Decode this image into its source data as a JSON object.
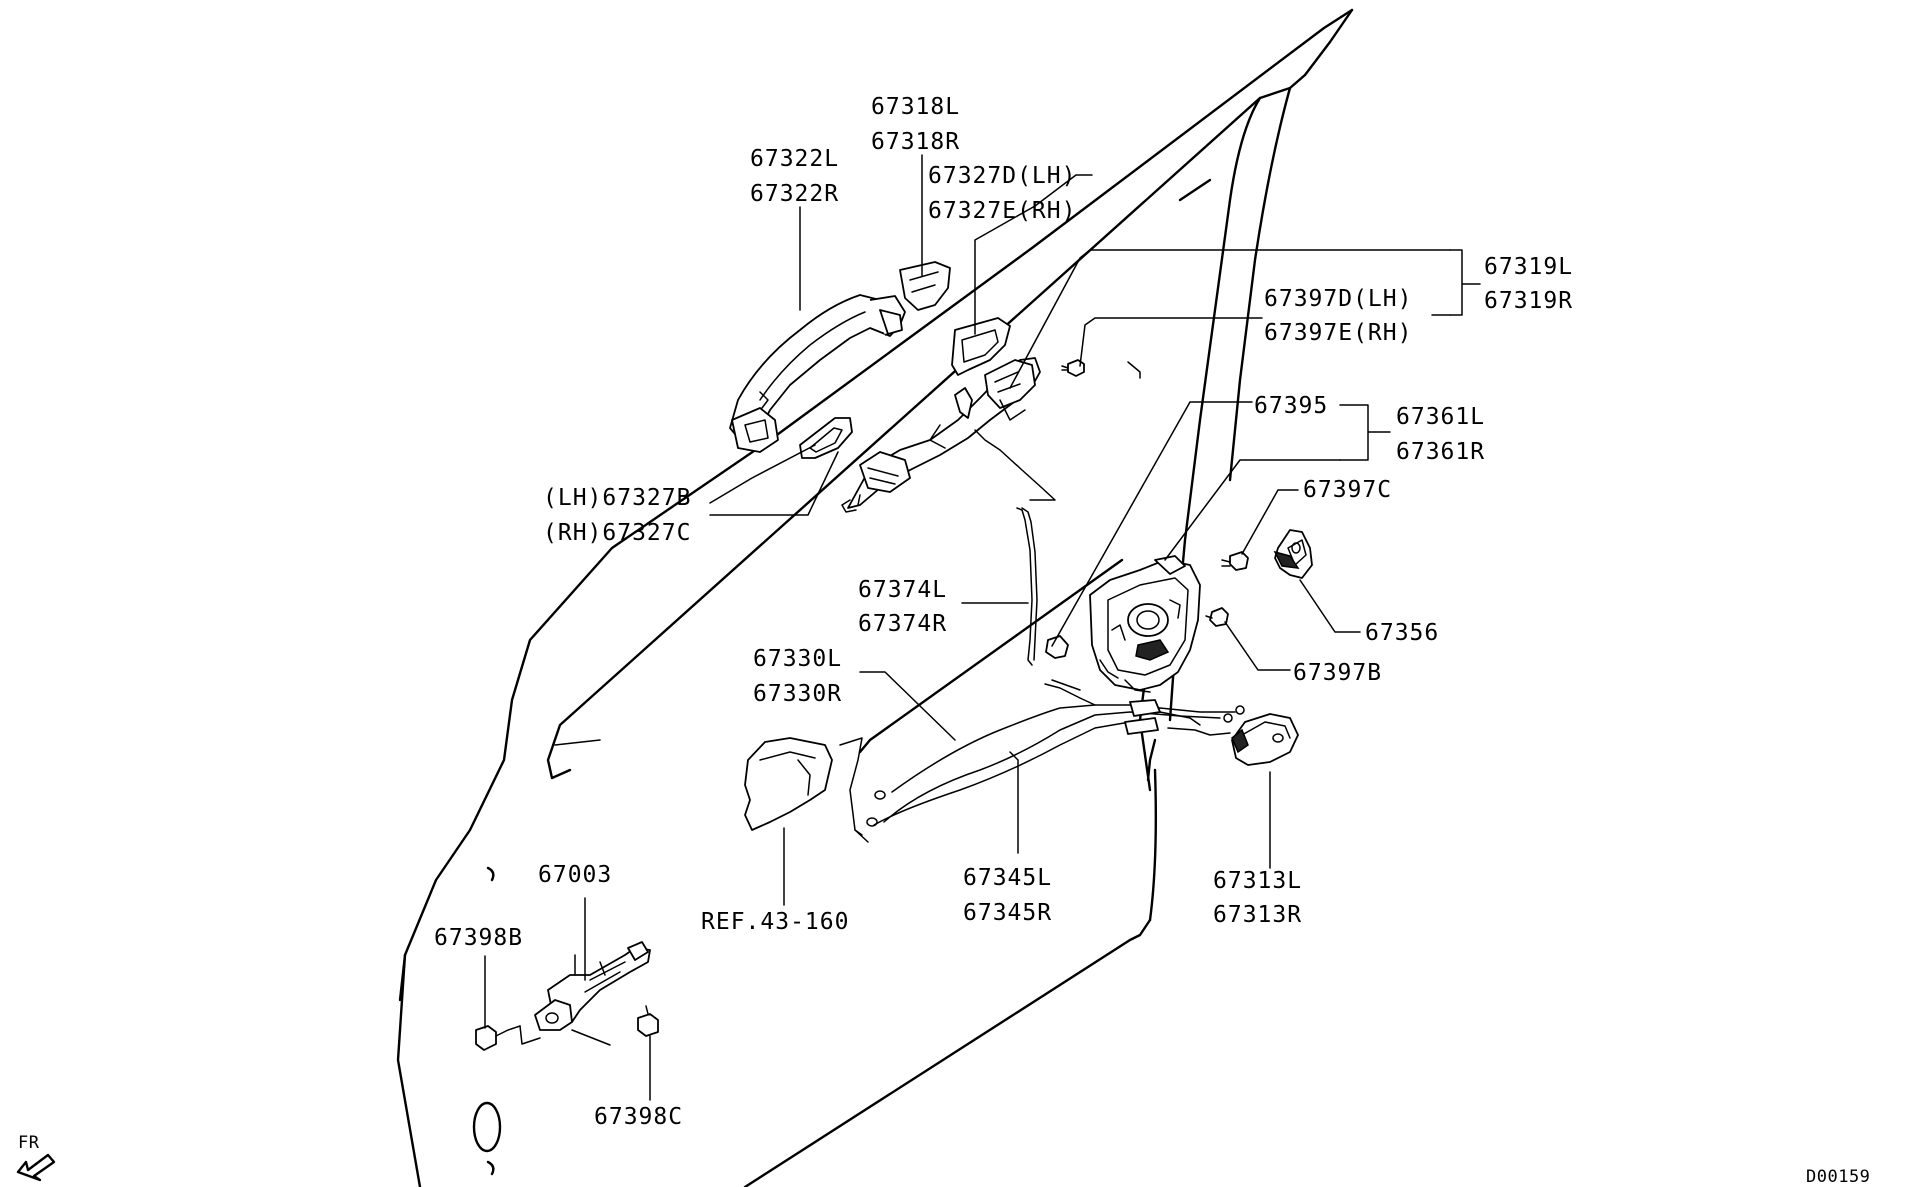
{
  "labels": {
    "p67318": [
      "67318L",
      "67318R"
    ],
    "p67322": [
      "67322L",
      "67322R"
    ],
    "p67327DE": [
      "67327D(LH)",
      "67327E(RH)"
    ],
    "p67319": [
      "67319L",
      "67319R"
    ],
    "p67397DE": [
      "67397D(LH)",
      "67397E(RH)"
    ],
    "p67395": "67395",
    "p67361": [
      "67361L",
      "67361R"
    ],
    "p67397C": "67397C",
    "p67327BC": [
      "(LH)67327B",
      "(RH)67327C"
    ],
    "p67374": [
      "67374L",
      "67374R"
    ],
    "p67356": "67356",
    "p67397B": "67397B",
    "p67330": [
      "67330L",
      "67330R"
    ],
    "p67345": [
      "67345L",
      "67345R"
    ],
    "p67313": [
      "67313L",
      "67313R"
    ],
    "p67003": "67003",
    "p67398B": "67398B",
    "ref": "REF.43-160",
    "p67398C": "67398C",
    "fr": "FR",
    "code": "D00159"
  }
}
